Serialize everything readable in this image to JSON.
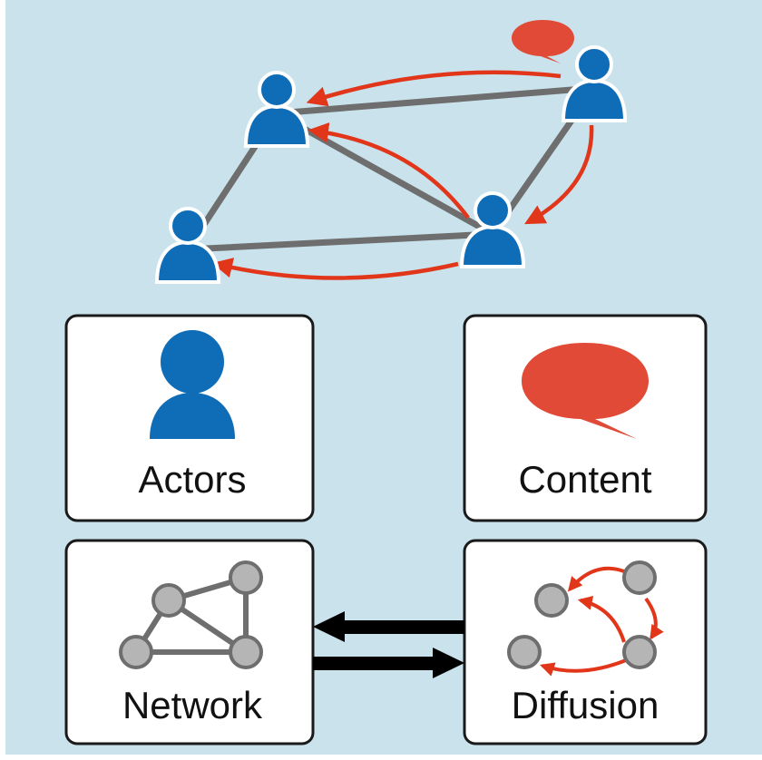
{
  "colors": {
    "background": "#c9e2ec",
    "actor": "#0f6cb6",
    "content": "#e04a36",
    "arrow_red": "#e2361a",
    "edge_gray": "#6e6e6e",
    "node_gray": "#b5b5b5",
    "card_border": "#1a1a1a",
    "black_arrow": "#000000"
  },
  "icons": {
    "actor": "person-icon",
    "content": "speech-bubble-icon",
    "network": "network-graph-icon",
    "diffusion": "diffusion-graph-icon"
  },
  "cards": {
    "actors": {
      "label": "Actors"
    },
    "content": {
      "label": "Content"
    },
    "network": {
      "label": "Network"
    },
    "diffusion": {
      "label": "Diffusion"
    }
  }
}
